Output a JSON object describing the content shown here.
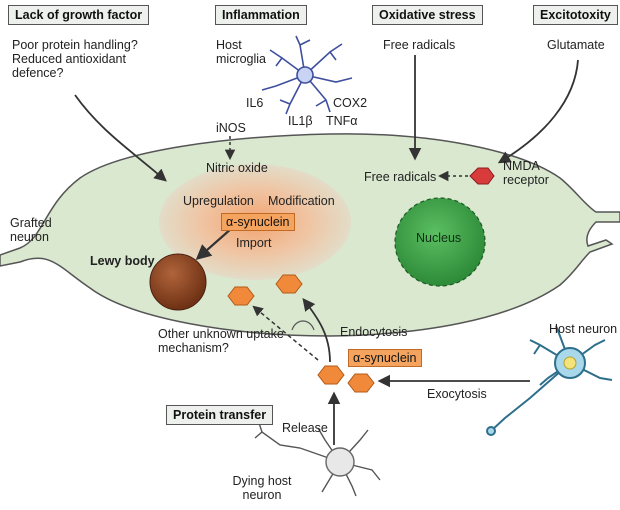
{
  "headers": {
    "growth": "Lack of growth factor",
    "inflammation": "Inflammation",
    "oxidative": "Oxidative stress",
    "excitotoxicity": "Excitotoxity",
    "protein_transfer": "Protein transfer"
  },
  "labels": {
    "growth_note": "Poor protein handling? Reduced antioxidant defence?",
    "host_microglia": "Host microglia",
    "il6": "IL6",
    "il1b": "IL1β",
    "cox2": "COX2",
    "tnfa": "TNFα",
    "free_radicals_top": "Free radicals",
    "glutamate": "Glutamate",
    "inos": "iNOS",
    "nitric_oxide": "Nitric oxide",
    "free_radicals_inner": "Free radicals",
    "nmda": "NMDA receptor",
    "grafted_neuron": "Grafted neuron",
    "upregulation": "Upregulation",
    "modification": "Modification",
    "alpha_syn_inner": "α-synuclein",
    "import": "Import",
    "nucleus": "Nucleus",
    "lewy_body": "Lewy body",
    "other_uptake": "Other unknown uptake mechanism?",
    "endocytosis": "Endocytosis",
    "alpha_syn_outer": "α-synuclein",
    "host_neuron": "Host neuron",
    "exocytosis": "Exocytosis",
    "release": "Release",
    "dying_host_neuron": "Dying host neuron"
  },
  "colors": {
    "cell_fill": "#d9e8cf",
    "cell_stroke": "#555555",
    "nucleus": "#3fa24a",
    "lewy_body": "#8a4423",
    "synuclein": "#f08a3a",
    "nmda": "#d83b3b",
    "microglia": "#5b6ec2",
    "host_neuron": "#a8d8ea"
  }
}
